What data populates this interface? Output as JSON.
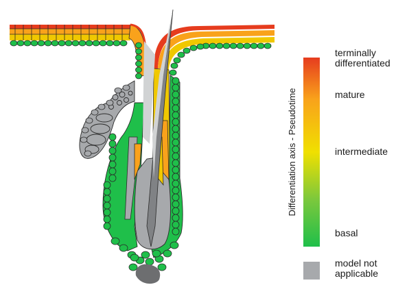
{
  "colors": {
    "basal": "#1fbf4a",
    "light_green": "#7cc83c",
    "intermediate": "#f0e000",
    "mature": "#f9a21b",
    "terminal": "#e63c1e",
    "model_not_applicable": "#a7a9ac",
    "cell_stroke": "#2a2a2a"
  },
  "legend": {
    "axis_title": "Differentiation axis - Pseudotime",
    "terminal_line1": "terminally",
    "terminal_line2": "differentiated",
    "mature": "mature",
    "intermediate": "intermediate",
    "basal": "basal",
    "na_line1": "model not",
    "na_line2": "applicable"
  }
}
